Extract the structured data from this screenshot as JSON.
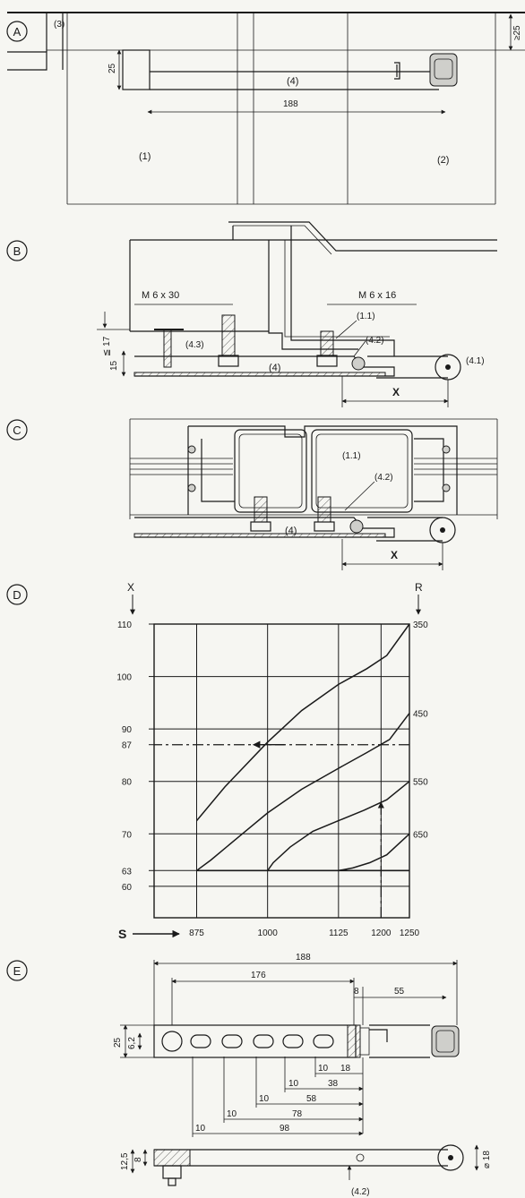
{
  "sections": {
    "a": {
      "letter": "A",
      "labels": {
        "l3": "(3)",
        "l4": "(4)",
        "l1": "(1)",
        "l2": "(2)"
      },
      "dims": {
        "d25": "25",
        "d188": "188",
        "dge25": "≥25"
      }
    },
    "b": {
      "letter": "B",
      "labels": {
        "m630": "M 6 x 30",
        "m616": "M 6 x 16",
        "l11": "(1.1)",
        "l43": "(4.3)",
        "l42": "(4.2)",
        "l4": "(4)",
        "l41": "(4.1)",
        "x": "X",
        "le17": "≦ 17",
        "d15": "15"
      }
    },
    "c": {
      "letter": "C",
      "labels": {
        "l11": "(1.1)",
        "l42": "(4.2)",
        "l4": "(4)",
        "x": "X"
      }
    },
    "d": {
      "letter": "D"
    },
    "e": {
      "letter": "E",
      "dims": {
        "d188": "188",
        "d176": "176",
        "d8": "8",
        "d55": "55",
        "d25": "25",
        "d62": "6,2",
        "d10a": "10",
        "d18": "18",
        "d38": "38",
        "d58": "58",
        "d10b": "10",
        "d78": "78",
        "d10c": "10",
        "d98": "98",
        "d10d": "10",
        "d125": "12,5",
        "d8b": "8",
        "dphi18": "⌀ 18"
      },
      "labels": {
        "l42": "(4.2)"
      }
    }
  },
  "chart_data": {
    "type": "line",
    "ylabel": "X",
    "y2label": "R",
    "xlabel": "S",
    "x_ticks": [
      875,
      1000,
      1125,
      1200,
      1250
    ],
    "y_ticks": [
      110,
      100,
      90,
      87,
      80,
      70,
      63,
      60
    ],
    "xlim": [
      800,
      1250
    ],
    "ylim": [
      54,
      110
    ],
    "grid": true,
    "series": [
      {
        "name": "350",
        "x": [
          875,
          925,
          1000,
          1060,
          1125,
          1175,
          1210,
          1250
        ],
        "y": [
          72.5,
          79,
          87.5,
          93.5,
          98.5,
          101.5,
          104,
          110
        ]
      },
      {
        "name": "450",
        "x": [
          875,
          900,
          950,
          1000,
          1060,
          1125,
          1175,
          1215,
          1250
        ],
        "y": [
          63,
          65,
          69.5,
          74,
          78.5,
          82.5,
          85.5,
          88,
          93
        ]
      },
      {
        "name": "550",
        "x": [
          1000,
          1010,
          1040,
          1080,
          1125,
          1170,
          1210,
          1250
        ],
        "y": [
          63,
          64.5,
          67.5,
          70.5,
          72.5,
          74.5,
          76.5,
          80
        ]
      },
      {
        "name": "650",
        "x": [
          1125,
          1150,
          1180,
          1210,
          1250
        ],
        "y": [
          63,
          63.5,
          64.5,
          66,
          70
        ]
      }
    ],
    "baseline_y": 63,
    "reading_example": {
      "s": 1200,
      "x": 87
    }
  }
}
